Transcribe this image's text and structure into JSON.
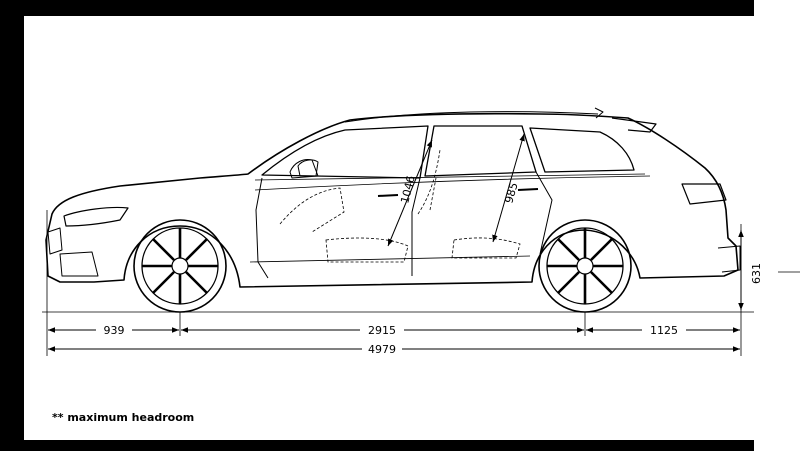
{
  "dimensions": {
    "front_overhang": "939",
    "wheelbase": "2915",
    "rear_overhang": "1125",
    "overall_length": "4979",
    "front_headroom": "1046",
    "rear_headroom": "985",
    "height_label": "631"
  },
  "footnote": "** maximum headroom"
}
